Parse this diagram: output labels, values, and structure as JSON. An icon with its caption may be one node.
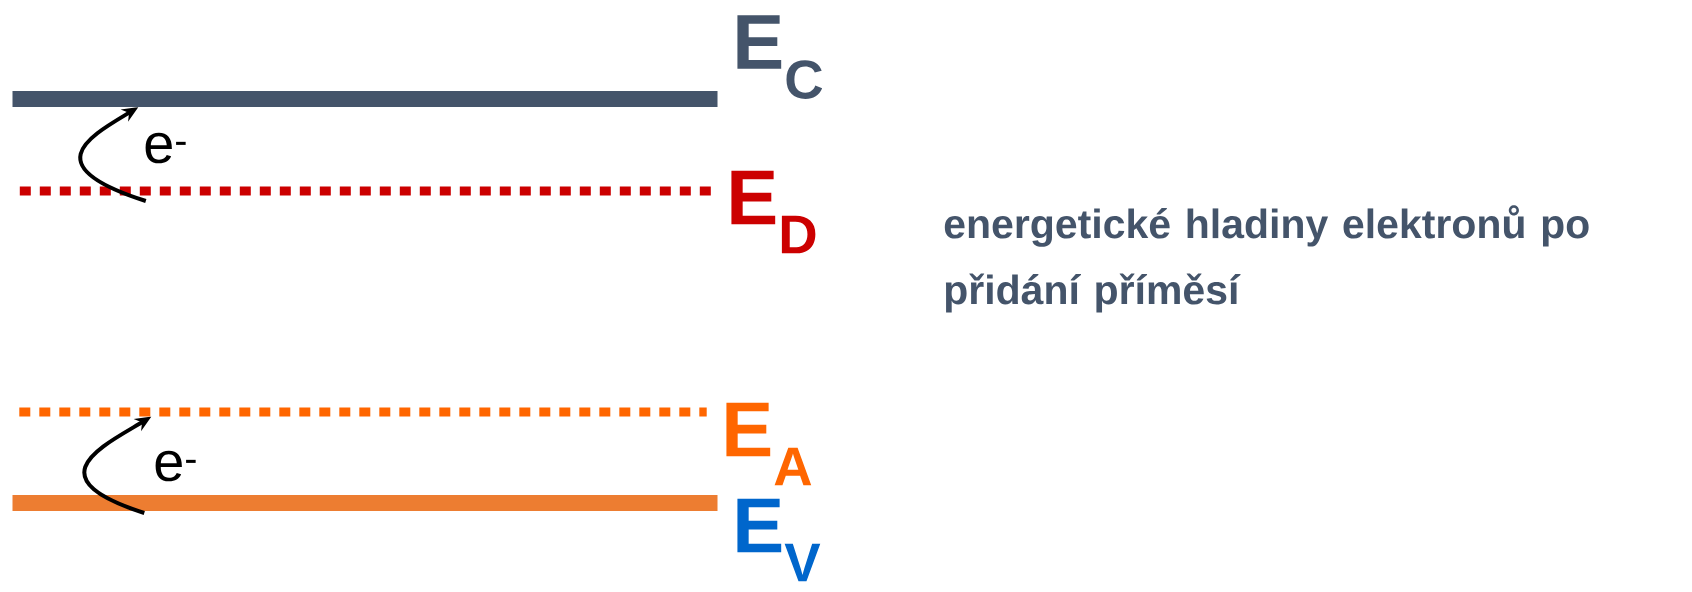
{
  "diagram": {
    "nodes": [
      {
        "text": [],
        "shape": "bar",
        "beside": [
          "E$_{C}$"
        ]
      },
      {
        "text": [],
        "shape": "bar",
        "beside": [
          "E$_{D}$"
        ]
      },
      {
        "text": [],
        "shape": "bar",
        "beside": [
          "E$_{A}$"
        ]
      },
      {
        "text": [],
        "shape": "bar",
        "beside": [
          "E$_{V}$"
        ]
      }
    ],
    "edges": [
      {
        "from": 1,
        "to": 0,
        "arrow": "to",
        "label": "e$^{-}$"
      },
      {
        "from": 3,
        "to": 2,
        "arrow": "to",
        "label": "e$^{-}$"
      }
    ],
    "labels": [
      "energetické hladiny elektronů po přidání příměsí"
    ]
  }
}
